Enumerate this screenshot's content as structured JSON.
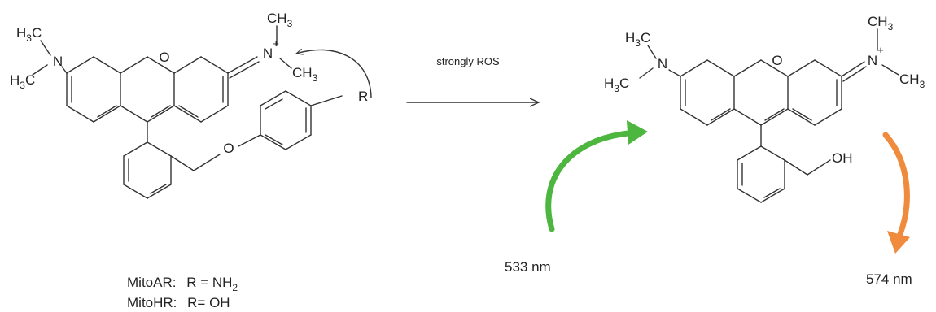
{
  "atoms": {
    "me_h": "H",
    "me_c": "C",
    "me_3": "3",
    "ch": "CH",
    "n": "N",
    "o": "O",
    "r": "R",
    "oh": "OH",
    "plus": "+"
  },
  "reaction": {
    "condition": "strongly ROS"
  },
  "probes": {
    "line1": {
      "name": "MitoAR:",
      "eq": "R = NH",
      "sub": "2"
    },
    "line2": {
      "name": "MitoHR:",
      "eq": "R= OH"
    }
  },
  "wavelengths": {
    "excitation": "533 nm",
    "emission": "574 nm"
  },
  "colors": {
    "excitation_arrow": "#4cb63e",
    "emission_arrow": "#f08a3c",
    "bond": "#333333"
  }
}
